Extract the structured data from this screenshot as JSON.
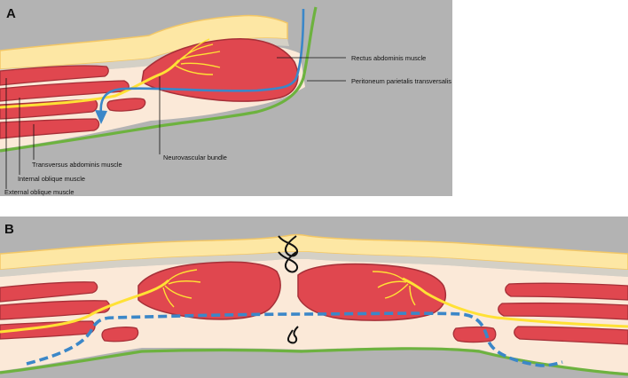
{
  "panel_a": {
    "letter": "A",
    "labels": {
      "rectus": "Rectus abdominis muscle",
      "peritoneum": "Peritoneum parietalis transversalis",
      "neurovascular": "Neurovascular bundle",
      "transversus": "Transversus abdominis muscle",
      "internal_oblique": "Internal oblique muscle",
      "external_oblique": "External oblique muscle"
    }
  },
  "panel_b": {
    "letter": "B"
  },
  "colors": {
    "background": "#b3b3b3",
    "fat": "#fde7a4",
    "fat_edge": "#f3c766",
    "fascia": "#d4d0c6",
    "tissue": "#fbe9d8",
    "muscle": "#e0474f",
    "muscle_edge": "#a63038",
    "nerve": "#ffe135",
    "peritoneum": "#6db23f",
    "arrow_blue": "#3b87c8",
    "suture": "#111111"
  }
}
